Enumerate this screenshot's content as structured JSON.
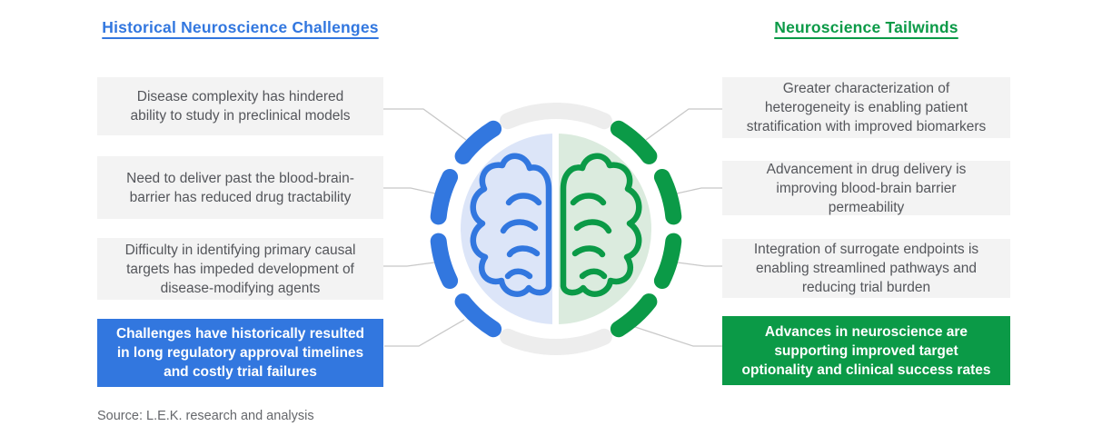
{
  "colors": {
    "blue": "#3277DF",
    "green": "#0B9A47",
    "light_blue_fill": "#DCE5F8",
    "light_green_fill": "#DBEBDE",
    "gray_segment": "#EDEDED",
    "box_bg": "#F3F3F3",
    "box_text": "#54565B",
    "connector": "#C8C8C8",
    "source_text": "#65676B"
  },
  "left_column": {
    "title": "Historical Neuroscience Challenges",
    "items": [
      "Disease complexity has hindered ability to study in preclinical models",
      "Need to deliver past the blood-brain-barrier has reduced drug tractability",
      "Difficulty in identifying primary causal targets has impeded development of disease-modifying agents"
    ],
    "summary": "Challenges have historically resulted in long regulatory approval timelines and costly trial failures"
  },
  "right_column": {
    "title": "Neuroscience Tailwinds",
    "items": [
      "Greater characterization of heterogeneity is enabling patient stratification with improved biomarkers",
      "Advancement in drug delivery is improving blood-brain barrier permeability",
      "Integration of surrogate endpoints is enabling streamlined pathways and reducing trial burden"
    ],
    "summary": "Advances in neuroscience are supporting improved target optionality and clinical success rates"
  },
  "center_graphic": {
    "icon": "split-brain-icon",
    "left_hemisphere_color": "#3277DF",
    "right_hemisphere_color": "#0B9A47"
  },
  "source": "Source: L.E.K. research and analysis"
}
